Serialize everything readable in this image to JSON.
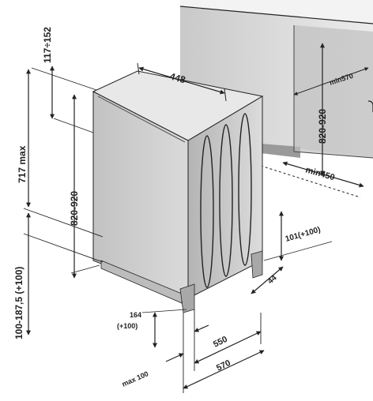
{
  "dimensions": {
    "top_gap": "117÷152",
    "total_height": "717 max",
    "body_height_left": "820-920",
    "plinth_range": "100-187,5 (+100)",
    "top_width": "448",
    "niche_height": "820-920",
    "niche_depth": "min570",
    "niche_width": "min450",
    "side_plinth": "101(+100)",
    "side_offset": "44",
    "front_plinth": "164",
    "front_plinth_extra": "(+100)",
    "depth_550": "550",
    "depth_570": "570",
    "max_offset": "max 100"
  },
  "colors": {
    "cabinet": "#d6d6d6",
    "cabinet_shadow": "#9a9a9a",
    "appliance_front": "#d0d0d0",
    "appliance_side": "#bdbdbd",
    "appliance_top": "#e6e6e6",
    "line": "#222222"
  }
}
